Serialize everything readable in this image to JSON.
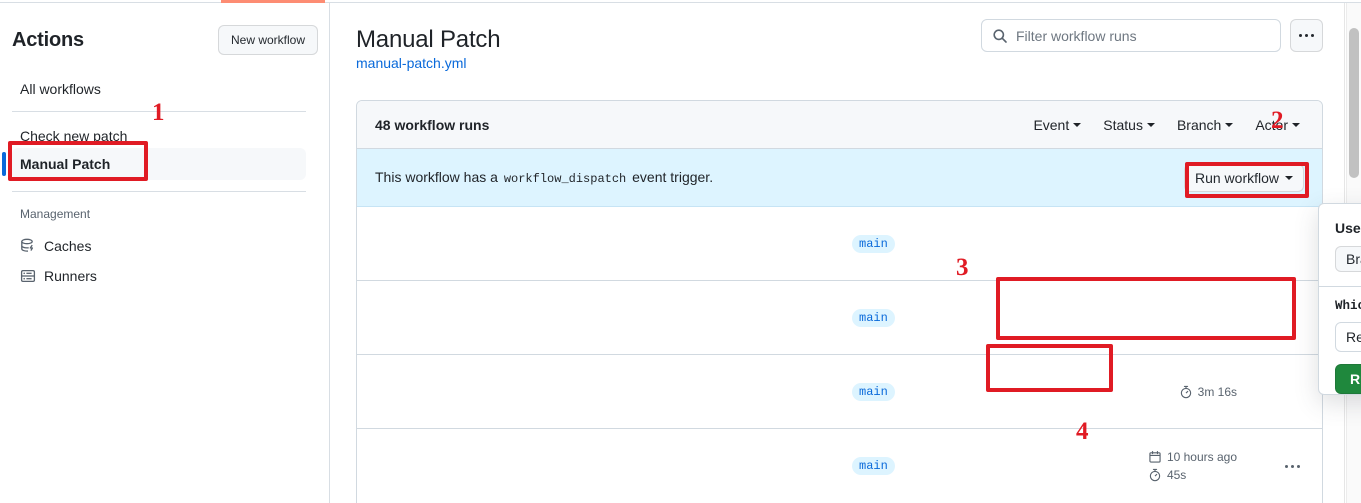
{
  "sidebar": {
    "title": "Actions",
    "new_workflow_label": "New workflow",
    "items": [
      {
        "label": "All workflows",
        "active": false
      },
      {
        "label": "Check new patch",
        "active": false
      },
      {
        "label": "Manual Patch",
        "active": true
      }
    ],
    "management": {
      "section_label": "Management",
      "items": [
        {
          "label": "Caches",
          "icon": "cache-database-icon"
        },
        {
          "label": "Runners",
          "icon": "server-runners-icon"
        }
      ]
    }
  },
  "header": {
    "title": "Manual Patch",
    "subtitle": "manual-patch.yml"
  },
  "search": {
    "placeholder": "Filter workflow runs",
    "value": "",
    "icon": "search-icon"
  },
  "overflow_menu": {
    "icon": "kebab-horizontal-icon"
  },
  "runs_panel": {
    "count_label": "48 workflow runs",
    "filters": [
      {
        "label": "Event"
      },
      {
        "label": "Status"
      },
      {
        "label": "Branch"
      },
      {
        "label": "Actor"
      }
    ],
    "dispatch_banner": {
      "text_before": "This workflow has a",
      "code": "workflow_dispatch",
      "text_after": "event trigger.",
      "run_button_label": "Run workflow"
    },
    "rows": [
      {
        "branch": "main",
        "date": "",
        "duration": ""
      },
      {
        "branch": "main",
        "date": "",
        "duration": ""
      },
      {
        "branch": "main",
        "date": "",
        "duration": "3m 16s"
      },
      {
        "branch": "main",
        "date": "10 hours ago",
        "duration": "45s"
      }
    ]
  },
  "dispatch_panel": {
    "use_workflow_from_label": "Use workflow from",
    "branch_value": "Branch: main",
    "input_label": "Which Revanced do you want to patch?",
    "required_marker": "*",
    "select_value": "Revanced",
    "select_options": [
      "Revanced"
    ],
    "submit_label": "Run workflow"
  },
  "annotations": [
    {
      "number": "1"
    },
    {
      "number": "2"
    },
    {
      "number": "3"
    },
    {
      "number": "4"
    }
  ],
  "colors": {
    "accent": "#0969da",
    "success": "#1f883d",
    "annotation": "#e01b24",
    "banner_bg": "#ddf4ff",
    "top_bar": "#fd8c73"
  }
}
